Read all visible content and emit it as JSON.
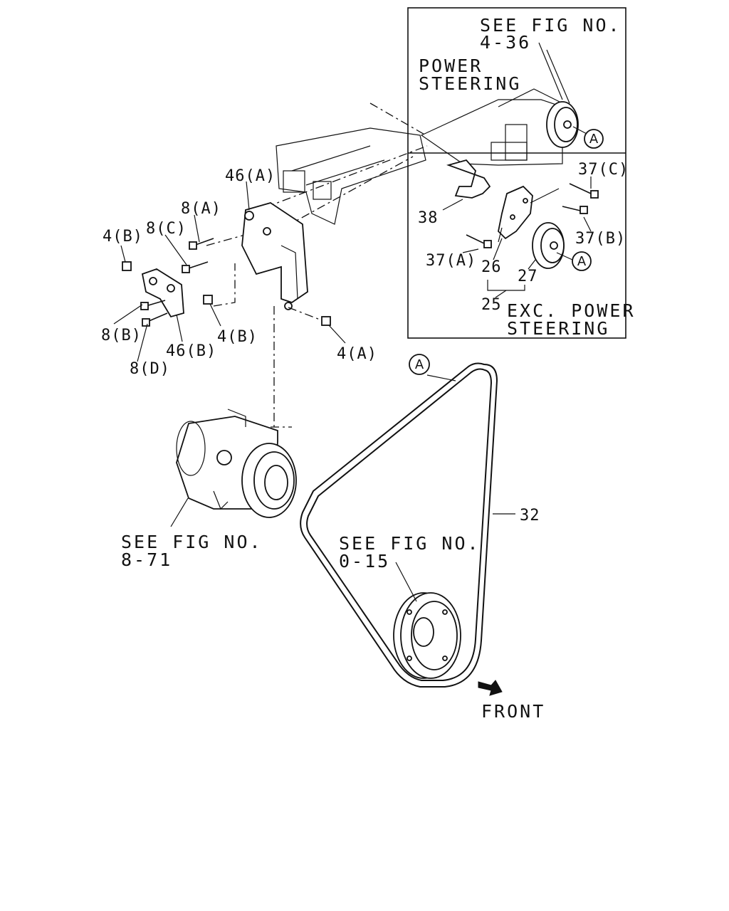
{
  "inset_top": {
    "see_fig_line1": "SEE FIG NO.",
    "see_fig_line2": "4-36",
    "power_line1": "POWER",
    "power_line2": "STEERING",
    "marker": "A"
  },
  "inset_bottom": {
    "callouts": [
      "37(C)",
      "38",
      "37(B)",
      "37(A)",
      "26",
      "27",
      "25"
    ],
    "exc_line1": "EXC. POWER",
    "exc_line2": "STEERING",
    "marker": "A"
  },
  "bracket_callouts": [
    "46(A)",
    "8(A)",
    "8(C)",
    "4(B)",
    "8(B)",
    "8(D)",
    "46(B)",
    "4(B)",
    "4(A)"
  ],
  "compressor_ref": {
    "line1": "SEE FIG NO.",
    "line2": "8-71"
  },
  "belt": {
    "marker": "A",
    "callout": "32"
  },
  "crank_ref": {
    "line1": "SEE FIG NO.",
    "line2": "0-15"
  },
  "front_label": "FRONT"
}
